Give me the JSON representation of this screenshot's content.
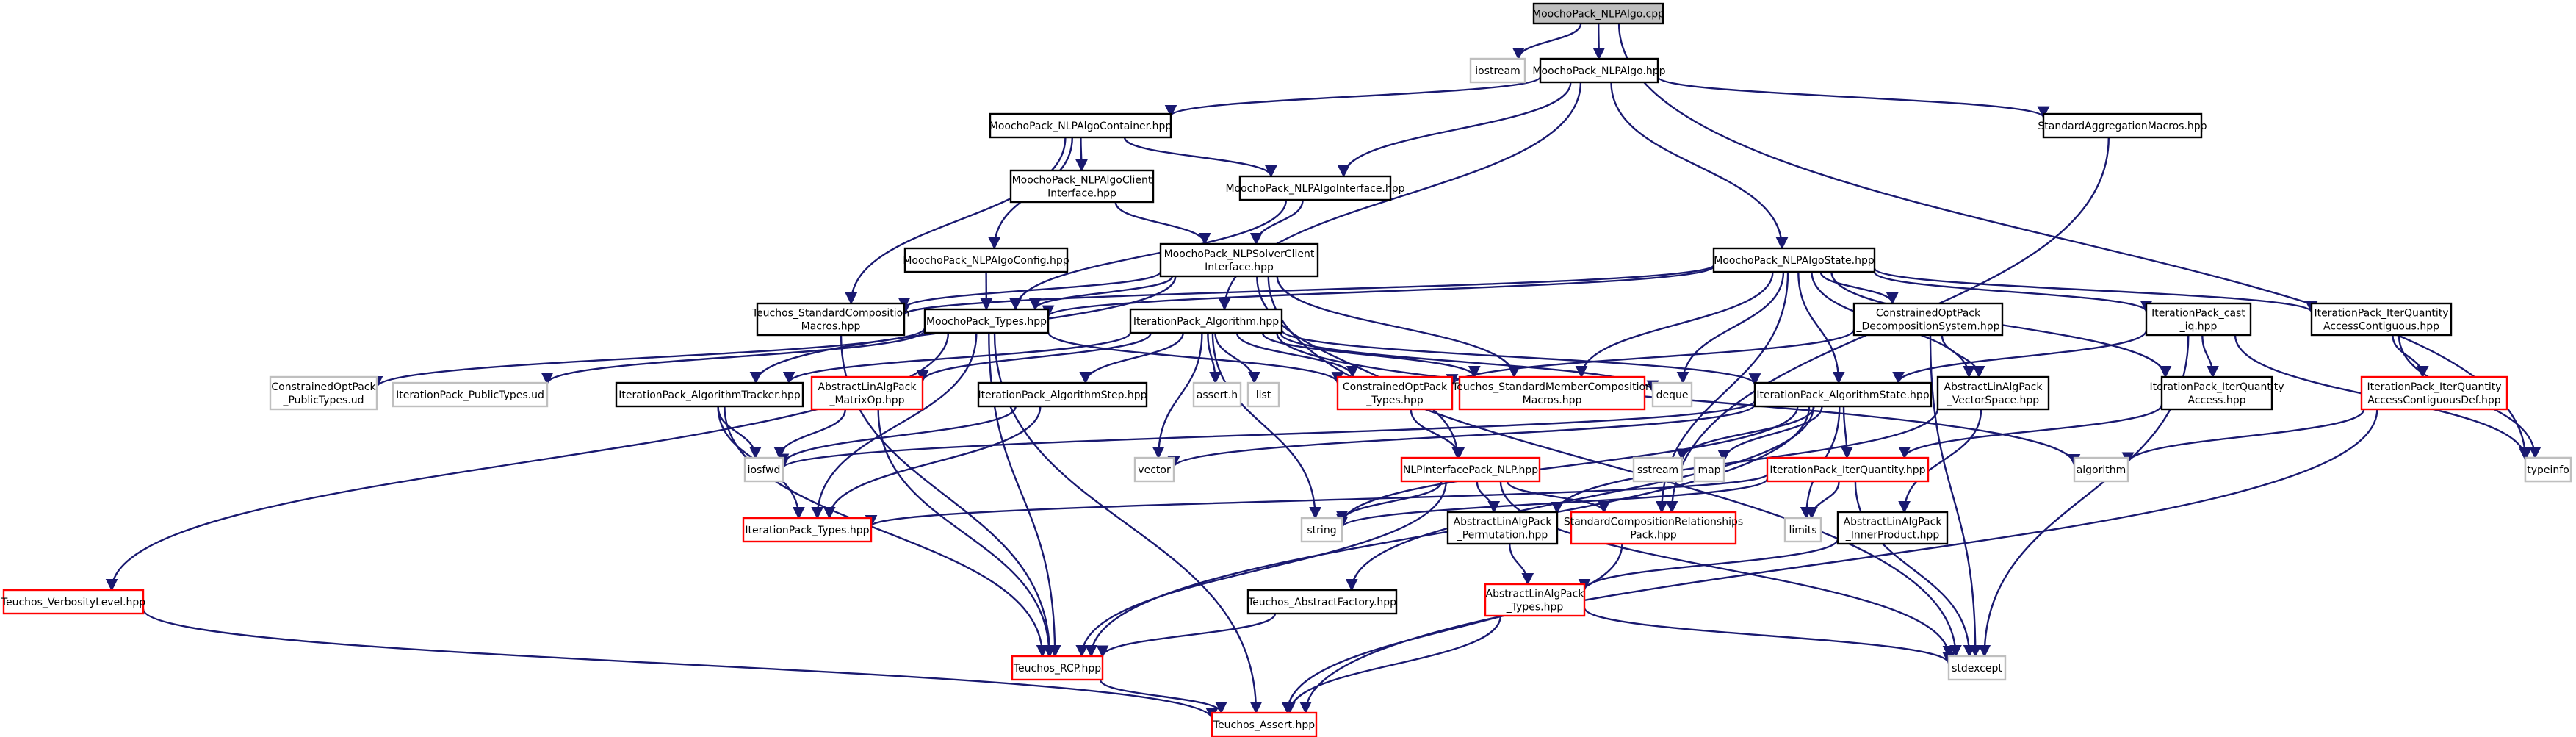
{
  "graph": {
    "edge_color": "#191970",
    "colors": {
      "root_fill": "#bfbfbf",
      "root_border": "#000000",
      "normal_border": "#000000",
      "truncated_border": "#ff0000",
      "system_border": "#bfbfbf"
    },
    "nodes": [
      {
        "id": "n0",
        "lines": [
          "MoochoPack_NLPAlgo.cpp"
        ],
        "kind": "root"
      },
      {
        "id": "n1",
        "lines": [
          "iostream"
        ],
        "kind": "system"
      },
      {
        "id": "n2",
        "lines": [
          "MoochoPack_NLPAlgo.hpp"
        ],
        "kind": "normal"
      },
      {
        "id": "n3",
        "lines": [
          "typeinfo"
        ],
        "kind": "system"
      },
      {
        "id": "n4",
        "lines": [
          "MoochoPack_NLPAlgoContainer.hpp"
        ],
        "kind": "normal"
      },
      {
        "id": "n5",
        "lines": [
          "StandardAggregationMacros.hpp"
        ],
        "kind": "normal"
      },
      {
        "id": "n6",
        "lines": [
          "MoochoPack_NLPAlgoClient",
          "Interface.hpp"
        ],
        "kind": "normal"
      },
      {
        "id": "n7",
        "lines": [
          "MoochoPack_NLPAlgoInterface.hpp"
        ],
        "kind": "normal"
      },
      {
        "id": "n8",
        "lines": [
          "MoochoPack_NLPAlgoConfig.hpp"
        ],
        "kind": "normal"
      },
      {
        "id": "n9",
        "lines": [
          "MoochoPack_NLPSolverClient",
          "Interface.hpp"
        ],
        "kind": "normal"
      },
      {
        "id": "n10",
        "lines": [
          "MoochoPack_NLPAlgoState.hpp"
        ],
        "kind": "normal"
      },
      {
        "id": "n11",
        "lines": [
          "Teuchos_StandardComposition",
          "Macros.hpp"
        ],
        "kind": "normal"
      },
      {
        "id": "n12",
        "lines": [
          "MoochoPack_Types.hpp"
        ],
        "kind": "normal"
      },
      {
        "id": "n13",
        "lines": [
          "IterationPack_Algorithm.hpp"
        ],
        "kind": "normal"
      },
      {
        "id": "n14",
        "lines": [
          "ConstrainedOptPack",
          "_DecompositionSystem.hpp"
        ],
        "kind": "normal"
      },
      {
        "id": "n15",
        "lines": [
          "IterationPack_cast",
          "_iq.hpp"
        ],
        "kind": "normal"
      },
      {
        "id": "n16",
        "lines": [
          "IterationPack_IterQuantity",
          "AccessContiguous.hpp"
        ],
        "kind": "normal"
      },
      {
        "id": "n17",
        "lines": [
          "ConstrainedOptPack",
          "_PublicTypes.ud"
        ],
        "kind": "system"
      },
      {
        "id": "n18",
        "lines": [
          "IterationPack_PublicTypes.ud"
        ],
        "kind": "system"
      },
      {
        "id": "n19",
        "lines": [
          "IterationPack_AlgorithmTracker.hpp"
        ],
        "kind": "normal"
      },
      {
        "id": "n20",
        "lines": [
          "AbstractLinAlgPack",
          "_MatrixOp.hpp"
        ],
        "kind": "truncated"
      },
      {
        "id": "n21",
        "lines": [
          "IterationPack_AlgorithmStep.hpp"
        ],
        "kind": "normal"
      },
      {
        "id": "n22",
        "lines": [
          "assert.h"
        ],
        "kind": "system"
      },
      {
        "id": "n23",
        "lines": [
          "list"
        ],
        "kind": "system"
      },
      {
        "id": "n24",
        "lines": [
          "ConstrainedOptPack",
          "_Types.hpp"
        ],
        "kind": "truncated"
      },
      {
        "id": "n25",
        "lines": [
          "Teuchos_StandardMemberComposition",
          "Macros.hpp"
        ],
        "kind": "truncated"
      },
      {
        "id": "n26",
        "lines": [
          "deque"
        ],
        "kind": "system"
      },
      {
        "id": "n27",
        "lines": [
          "IterationPack_AlgorithmState.hpp"
        ],
        "kind": "normal"
      },
      {
        "id": "n28",
        "lines": [
          "AbstractLinAlgPack",
          "_VectorSpace.hpp"
        ],
        "kind": "normal"
      },
      {
        "id": "n29",
        "lines": [
          "IterationPack_IterQuantity",
          "Access.hpp"
        ],
        "kind": "normal"
      },
      {
        "id": "n30",
        "lines": [
          "IterationPack_IterQuantity",
          "AccessContiguousDef.hpp"
        ],
        "kind": "truncated"
      },
      {
        "id": "n31",
        "lines": [
          "iosfwd"
        ],
        "kind": "system"
      },
      {
        "id": "n32",
        "lines": [
          "vector"
        ],
        "kind": "system"
      },
      {
        "id": "n33",
        "lines": [
          "NLPInterfacePack_NLP.hpp"
        ],
        "kind": "truncated"
      },
      {
        "id": "n34",
        "lines": [
          "sstream"
        ],
        "kind": "system"
      },
      {
        "id": "n35",
        "lines": [
          "map"
        ],
        "kind": "system"
      },
      {
        "id": "n36",
        "lines": [
          "IterationPack_IterQuantity.hpp"
        ],
        "kind": "truncated"
      },
      {
        "id": "n37",
        "lines": [
          "algorithm"
        ],
        "kind": "system"
      },
      {
        "id": "n38",
        "lines": [
          "typeinfo"
        ],
        "kind": "system"
      },
      {
        "id": "n39",
        "lines": [
          "IterationPack_Types.hpp"
        ],
        "kind": "truncated"
      },
      {
        "id": "n40",
        "lines": [
          "string"
        ],
        "kind": "system"
      },
      {
        "id": "n41",
        "lines": [
          "AbstractLinAlgPack",
          "_Permutation.hpp"
        ],
        "kind": "normal"
      },
      {
        "id": "n42",
        "lines": [
          "StandardCompositionRelationships",
          "Pack.hpp"
        ],
        "kind": "truncated"
      },
      {
        "id": "n43",
        "lines": [
          "limits"
        ],
        "kind": "system"
      },
      {
        "id": "n44",
        "lines": [
          "AbstractLinAlgPack",
          "_InnerProduct.hpp"
        ],
        "kind": "normal"
      },
      {
        "id": "n45",
        "lines": [
          "Teuchos_VerbosityLevel.hpp"
        ],
        "kind": "truncated"
      },
      {
        "id": "n46",
        "lines": [
          "Teuchos_AbstractFactory.hpp"
        ],
        "kind": "normal"
      },
      {
        "id": "n47",
        "lines": [
          "AbstractLinAlgPack",
          "_Types.hpp"
        ],
        "kind": "truncated"
      },
      {
        "id": "n48",
        "lines": [
          "Teuchos_RCP.hpp"
        ],
        "kind": "truncated"
      },
      {
        "id": "n49",
        "lines": [
          "stdexcept"
        ],
        "kind": "system"
      },
      {
        "id": "n50",
        "lines": [
          "Teuchos_Assert.hpp"
        ],
        "kind": "truncated"
      }
    ]
  }
}
